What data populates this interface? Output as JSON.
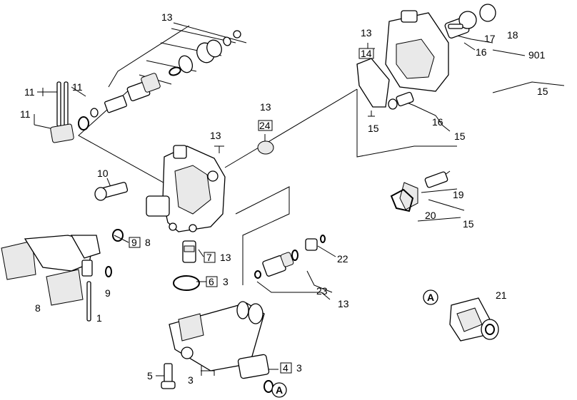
{
  "labels": {
    "l13a": "13",
    "l11a": "11",
    "l11b": "11",
    "l11c": "11",
    "l10": "10",
    "l9a": "9",
    "l8a": "8",
    "l9b": "9",
    "l8b": "8",
    "l1": "1",
    "l13b": "13",
    "l13c": "13",
    "l24": "24",
    "l7": "7",
    "l13d": "13",
    "l6": "6",
    "l3a": "3",
    "l5": "5",
    "l3b": "3",
    "l4": "4",
    "l3c": "3",
    "l13e": "13",
    "l14": "14",
    "l15a": "15",
    "l16a": "16",
    "l17": "17",
    "l18": "18",
    "l901": "901",
    "l15b": "15",
    "l16b": "16",
    "l15c": "15",
    "l19": "19",
    "l20": "20",
    "l15d": "15",
    "l22": "22",
    "l23": "23",
    "l13f": "13",
    "l21": "21",
    "lA1": "A",
    "lA2": "A"
  }
}
